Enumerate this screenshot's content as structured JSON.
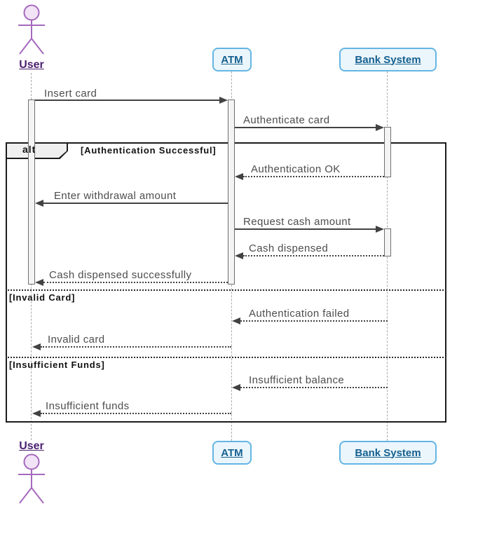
{
  "diagram": {
    "type": "uml-sequence",
    "tool_style": "plantuml"
  },
  "participants": {
    "user": {
      "label": "User",
      "kind": "actor"
    },
    "atm": {
      "label": "ATM",
      "kind": "participant"
    },
    "bank": {
      "label": "Bank System",
      "kind": "participant"
    }
  },
  "fragment": {
    "operator": "alt",
    "guard_success": "[Authentication Successful]",
    "guard_invalid": "[Invalid Card]",
    "guard_insufficient": "[Insufficient Funds]"
  },
  "messages": [
    {
      "label": "Insert card",
      "from": "User",
      "to": "ATM",
      "line": "solid"
    },
    {
      "label": "Authenticate card",
      "from": "ATM",
      "to": "Bank System",
      "line": "solid"
    },
    {
      "label": "Authentication OK",
      "from": "Bank System",
      "to": "ATM",
      "line": "dotted"
    },
    {
      "label": "Enter withdrawal amount",
      "from": "ATM",
      "to": "User",
      "line": "solid"
    },
    {
      "label": "Request cash amount",
      "from": "ATM",
      "to": "Bank System",
      "line": "solid"
    },
    {
      "label": "Cash dispensed",
      "from": "Bank System",
      "to": "ATM",
      "line": "dotted"
    },
    {
      "label": "Cash dispensed successfully",
      "from": "ATM",
      "to": "User",
      "line": "dotted"
    },
    {
      "label": "Authentication failed",
      "from": "Bank System",
      "to": "ATM",
      "line": "dotted"
    },
    {
      "label": "Invalid card",
      "from": "ATM",
      "to": "User",
      "line": "dotted"
    },
    {
      "label": "Insufficient balance",
      "from": "Bank System",
      "to": "ATM",
      "line": "dotted"
    },
    {
      "label": "Insufficient funds",
      "from": "ATM",
      "to": "User",
      "line": "dotted"
    }
  ],
  "colors": {
    "actor_stroke": "#A569BD",
    "actor_fill": "#F2E3F7",
    "actor_text": "#4B2070",
    "participant_fill": "#EBF6FC",
    "participant_border": "#64B5E4",
    "participant_text": "#15608F",
    "arrow": "#424242",
    "fragment_border": "#1C1C1C"
  }
}
